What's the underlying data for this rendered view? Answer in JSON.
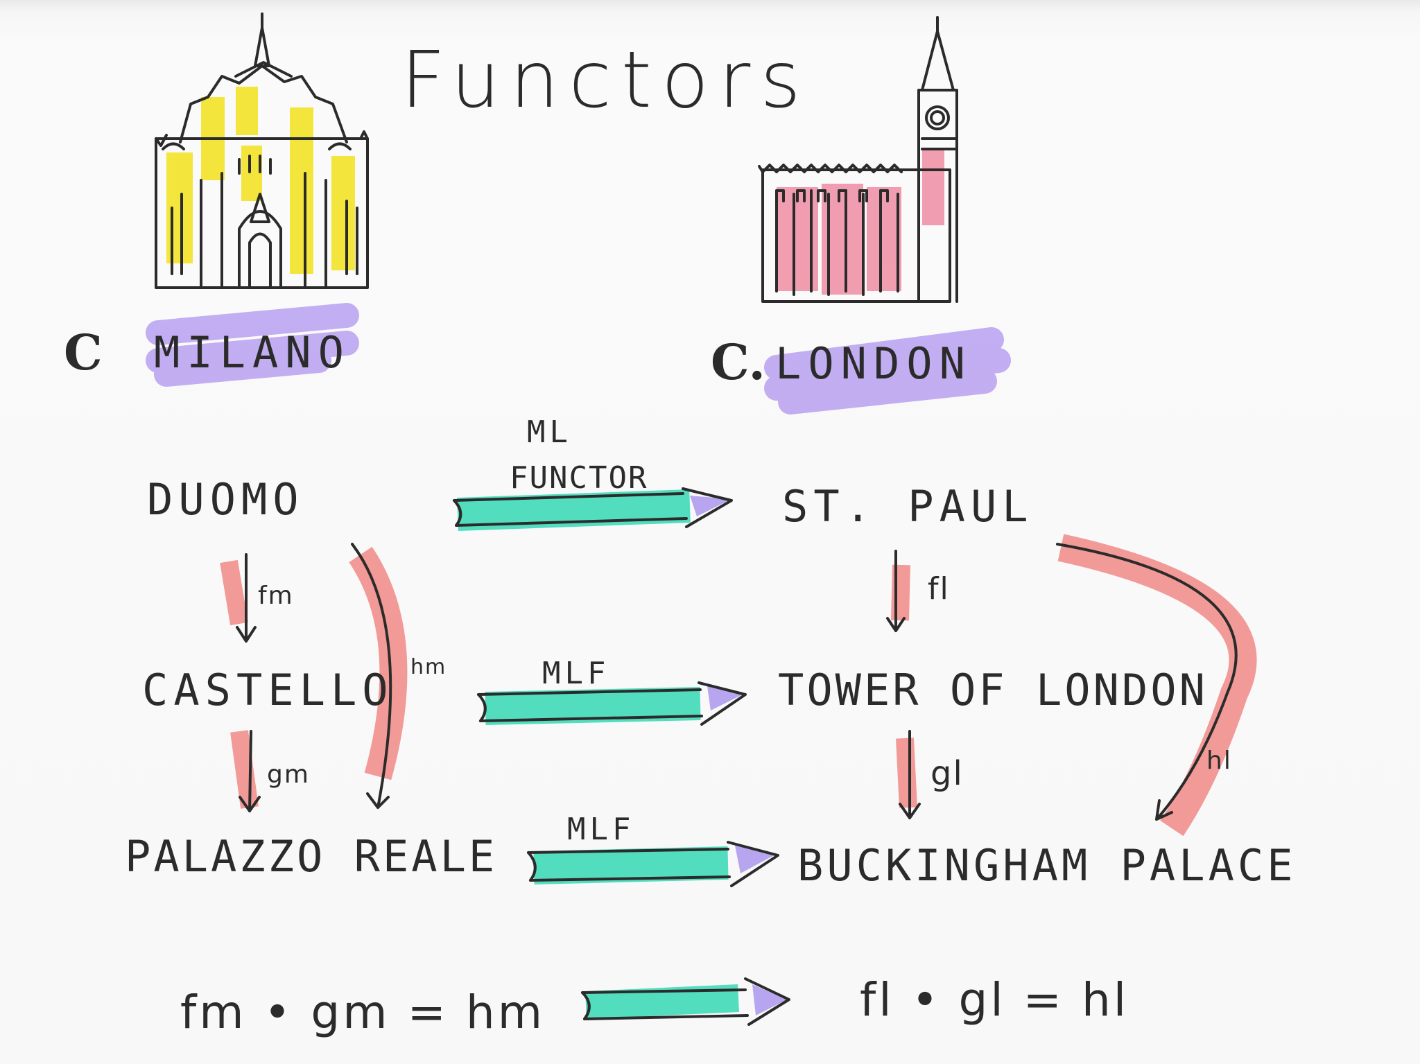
{
  "title": "Functors",
  "categories": {
    "left": {
      "symbol": "C",
      "name": "MILANO"
    },
    "right": {
      "symbol": "C.",
      "name": "LONDON"
    }
  },
  "milano_objects": [
    "DUOMO",
    "CASTELLO",
    "PALAZZO REALE"
  ],
  "london_objects": [
    "ST. PAUL",
    "TOWER OF LONDON",
    "BUCKINGHAM PALACE"
  ],
  "milano_morphisms": {
    "f": "fm",
    "g": "gm",
    "h": "hm"
  },
  "london_morphisms": {
    "f": "fl",
    "g": "gl",
    "h": "hl"
  },
  "functor_labels": {
    "top_line1": "ML",
    "top_line2": "FUNCTOR",
    "middle": "MLF",
    "bottom": "MLF"
  },
  "composition": {
    "milano": "fm • gm = hm",
    "london": "fl • gl = hl"
  },
  "colors": {
    "highlight_purple": "#b9a0f0",
    "arrow_teal": "#3fd9b8",
    "arrow_tip": "#b7a6ef",
    "morphism_red": "#f08a86",
    "duomo_yellow": "#f2e21a",
    "parliament_pink": "#f0879f",
    "ink": "#2b2b2b"
  }
}
